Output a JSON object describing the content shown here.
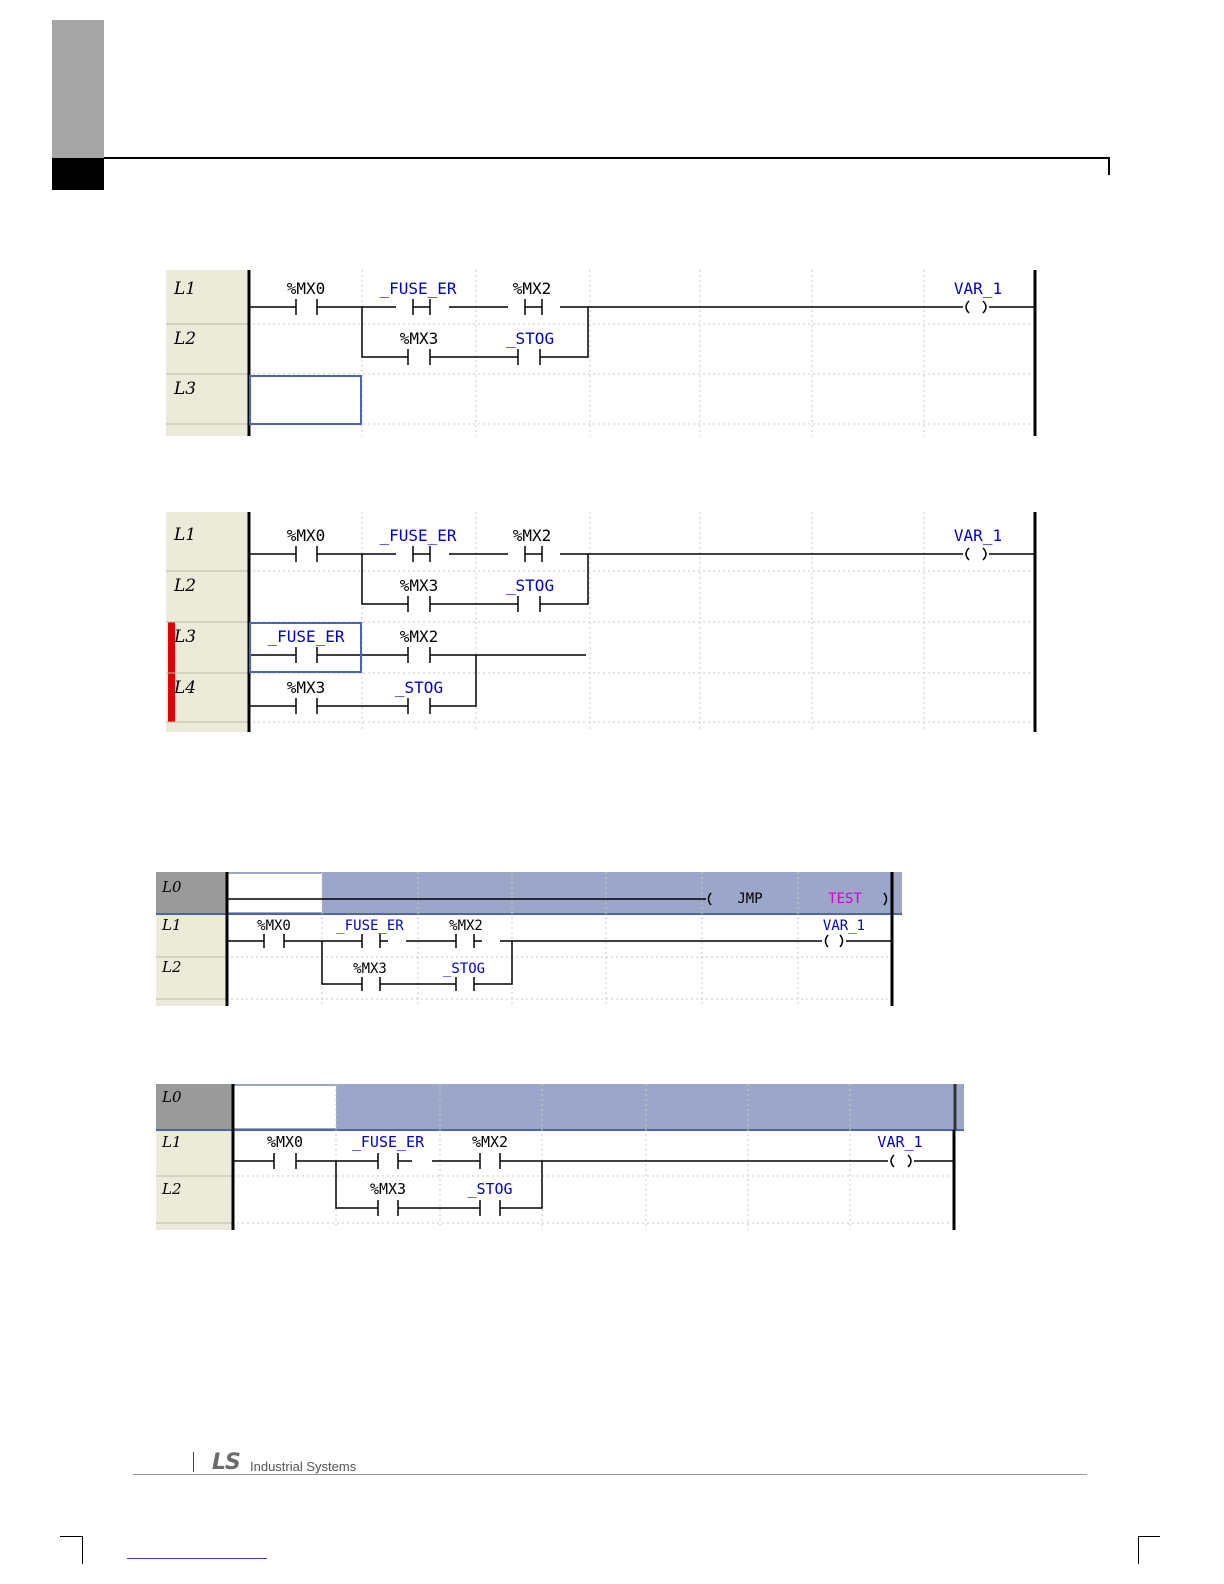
{
  "footer": {
    "brand_mark": "LS",
    "brand_text": "Industrial Systems"
  },
  "ladders": [
    {
      "id": "ladder-1",
      "rows": [
        {
          "label": "L1",
          "marker": false
        },
        {
          "label": "L2",
          "marker": false
        },
        {
          "label": "L3",
          "marker": false
        }
      ],
      "contacts": [
        {
          "name": "%MX0",
          "sys": false
        },
        {
          "name": "_FUSE_ER",
          "sys": true
        },
        {
          "name": "%MX2",
          "sys": false
        },
        {
          "name": "%MX3",
          "sys": false
        },
        {
          "name": "_STOG",
          "sys": true
        }
      ],
      "coil": {
        "name": "VAR_1"
      }
    },
    {
      "id": "ladder-2",
      "rows": [
        {
          "label": "L1",
          "marker": false
        },
        {
          "label": "L2",
          "marker": false
        },
        {
          "label": "L3",
          "marker": true
        },
        {
          "label": "L4",
          "marker": true
        }
      ],
      "contacts": [
        {
          "name": "%MX0",
          "sys": false
        },
        {
          "name": "_FUSE_ER",
          "sys": true
        },
        {
          "name": "%MX2",
          "sys": false
        },
        {
          "name": "%MX3",
          "sys": false
        },
        {
          "name": "_STOG",
          "sys": true
        },
        {
          "name": "_FUSE_ER",
          "sys": true
        },
        {
          "name": "%MX2",
          "sys": false
        },
        {
          "name": "%MX3",
          "sys": false
        },
        {
          "name": "_STOG",
          "sys": true
        }
      ],
      "coil": {
        "name": "VAR_1"
      }
    },
    {
      "id": "ladder-3",
      "rows": [
        {
          "label": "L0",
          "marker": false
        },
        {
          "label": "L1",
          "marker": false
        },
        {
          "label": "L2",
          "marker": false
        }
      ],
      "jump": {
        "keyword": "JMP",
        "target": "TEST"
      },
      "contacts": [
        {
          "name": "%MX0",
          "sys": false
        },
        {
          "name": "_FUSE_ER",
          "sys": true
        },
        {
          "name": "%MX2",
          "sys": false
        },
        {
          "name": "%MX3",
          "sys": false
        },
        {
          "name": "_STOG",
          "sys": true
        }
      ],
      "coil": {
        "name": "VAR_1"
      }
    },
    {
      "id": "ladder-4",
      "rows": [
        {
          "label": "L0",
          "marker": false
        },
        {
          "label": "L1",
          "marker": false
        },
        {
          "label": "L2",
          "marker": false
        }
      ],
      "contacts": [
        {
          "name": "%MX0",
          "sys": false
        },
        {
          "name": "_FUSE_ER",
          "sys": true
        },
        {
          "name": "%MX2",
          "sys": false
        },
        {
          "name": "%MX3",
          "sys": false
        },
        {
          "name": "_STOG",
          "sys": true
        }
      ],
      "coil": {
        "name": "VAR_1"
      }
    }
  ],
  "colors": {
    "label_bg": "#ecead8",
    "label_bg_selected": "#9a9a9a",
    "sys_var": "#0000cc",
    "jump_target": "#d100d1",
    "selection_band": "#9ba6c8",
    "cursor": "#4a64b8",
    "marker": "#e00000"
  }
}
